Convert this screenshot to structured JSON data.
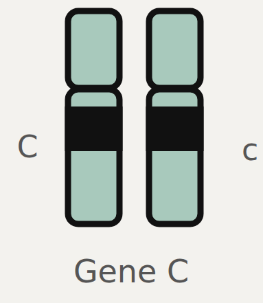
{
  "diagram": {
    "caption": "Gene C",
    "labels": [
      "C",
      "c"
    ]
  }
}
